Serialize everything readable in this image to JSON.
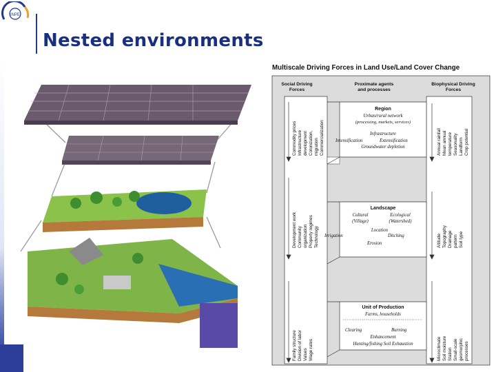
{
  "slide": {
    "title": "Nested environments",
    "logo_text": "INPE"
  },
  "diagram": {
    "title": "Multiscale Driving Forces in Land Use/Land Cover Change",
    "columns": {
      "social": [
        "Social Driving",
        "Forces"
      ],
      "proximate": [
        "Proximate agents",
        "and processes"
      ],
      "biophysical": [
        "Biophysical Driving",
        "Forces"
      ]
    },
    "social_bar": {
      "region": [
        "Commodity prices",
        "Infrastructure",
        "development",
        "Colonization,",
        "migration",
        "Commercialization"
      ],
      "landscape": [
        "Development work",
        "Community",
        "organization",
        "Property regimes",
        "Technology"
      ],
      "production": [
        "Family structure",
        "Division of labor",
        "Values",
        "Wage rates"
      ]
    },
    "biophysical_bar": {
      "region": [
        "Annual rainfall",
        "Mean annual",
        "temperature",
        "Seasonality",
        "Landform",
        "Crop potential"
      ],
      "landscape": [
        "Altitude",
        "Topography",
        "Drainage",
        "pattern",
        "Soil type"
      ],
      "production": [
        "Microclimate",
        "Soil moisture",
        "Station",
        "Small-scale",
        "geomorphic",
        "processes"
      ]
    },
    "region_box": {
      "heading": "Region",
      "lines": [
        "Urban/rural network",
        "(processing, markets, services)",
        "Infrastructure",
        "Groundwater depletion"
      ],
      "intensification": "Intensification",
      "extensification": "Extensification"
    },
    "landscape_box": {
      "heading": "Landscape",
      "cultural": "Cultural",
      "village": "(Village)",
      "ecological": "Ecological",
      "watershed": "(Watershed)",
      "location": "Location",
      "irrigation": "Irrigation",
      "ditching": "Ditching",
      "erosion": "Erosion"
    },
    "production_box": {
      "heading": "Unit of Production",
      "farms": "Farms, households",
      "clearing": "Clearing",
      "burning": "Burning",
      "enhancement": "Enhancement",
      "bottom": "Hunting/fishing   Soil Exhaustion"
    }
  },
  "colors": {
    "title": "#1a2f80",
    "accent_bar": "#1f3b8a",
    "diagram_bg": "#dcdcdc",
    "box_bg": "#ffffff"
  }
}
